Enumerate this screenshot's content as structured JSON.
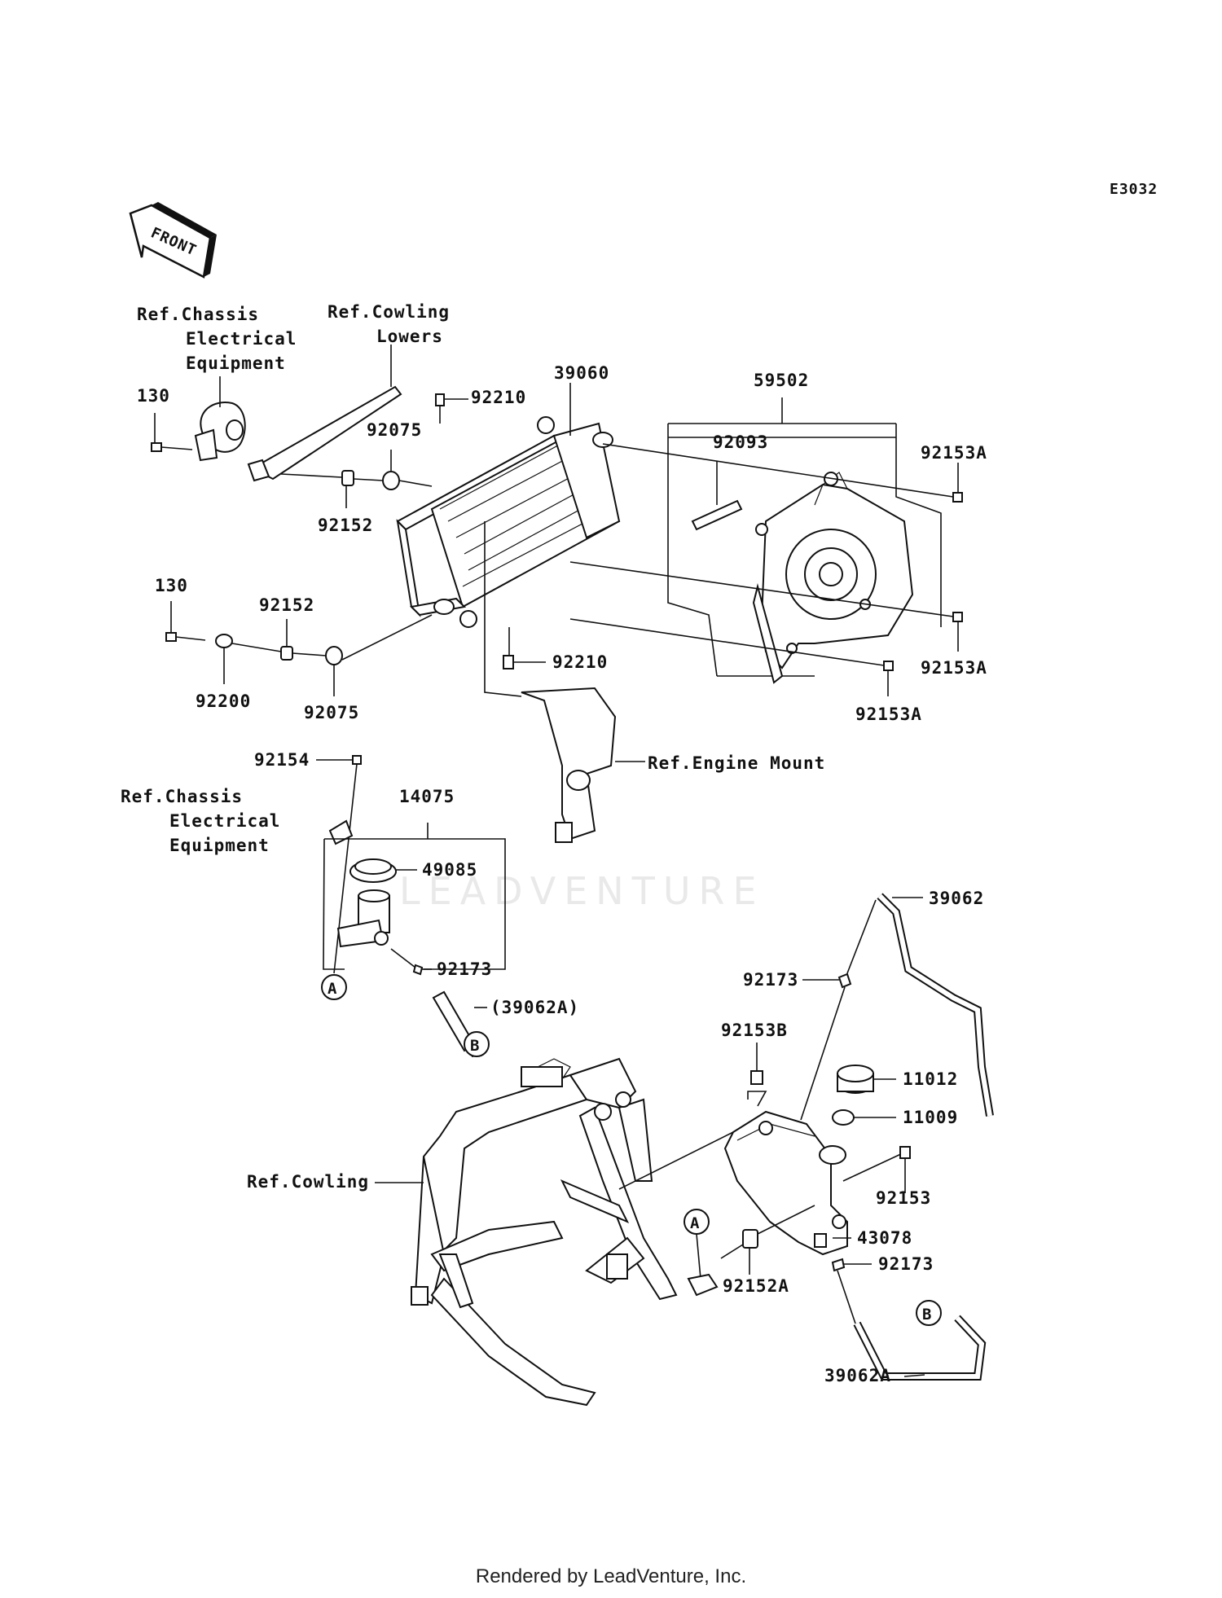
{
  "diagram_code": "E3032",
  "front_arrow_label": "FRONT",
  "watermark": "LEADVENTURE",
  "footer": "Rendered by LeadVenture, Inc.",
  "refs": {
    "chassis_top_1": "Ref.Chassis",
    "chassis_top_2": "Electrical",
    "chassis_top_3": "Equipment",
    "cowling_lowers_1": "Ref.Cowling",
    "cowling_lowers_2": "Lowers",
    "engine_mount": "Ref.Engine Mount",
    "chassis_mid_1": "Ref.Chassis",
    "chassis_mid_2": "Electrical",
    "chassis_mid_3": "Equipment",
    "cowling": "Ref.Cowling"
  },
  "parts": {
    "p130_a": "130",
    "p92210_a": "92210",
    "p39060": "39060",
    "p59502": "59502",
    "p92075_a": "92075",
    "p92093": "92093",
    "p92153A_a": "92153A",
    "p92152_a": "92152",
    "p130_b": "130",
    "p92152_b": "92152",
    "p92153A_b": "92153A",
    "p92210_b": "92210",
    "p92200": "92200",
    "p92075_b": "92075",
    "p92153A_c": "92153A",
    "p92154": "92154",
    "p14075": "14075",
    "p49085": "49085",
    "p39062": "39062",
    "p92173_a": "92173",
    "p39062A_paren": "(39062A)",
    "p92173_b": "92173",
    "p92153B": "92153B",
    "p11012": "11012",
    "p11009": "11009",
    "p92153": "92153",
    "p43078": "43078",
    "p92152A": "92152A",
    "p92173_c": "92173",
    "p39062A": "39062A"
  },
  "markers": {
    "a1": "A",
    "b1": "B",
    "a2": "A",
    "b2": "B"
  }
}
